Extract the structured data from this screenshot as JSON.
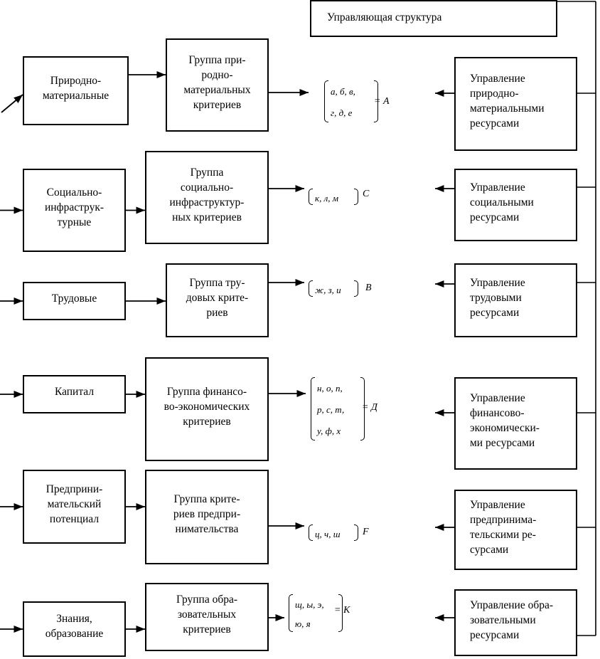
{
  "control_structure": {
    "label": "Управляющая структура"
  },
  "rows": [
    {
      "resource": [
        "Природно-",
        "материальные"
      ],
      "criteria": [
        "Группа при-",
        "родно-",
        "материальных",
        "критериев"
      ],
      "set_lines": [
        "а, б, в,",
        "г, д, е"
      ],
      "result": "= А",
      "management": [
        "Управление",
        "природно-",
        "материальными",
        "ресурсами"
      ]
    },
    {
      "resource": [
        "Социально-",
        "инфраструк-",
        "турные"
      ],
      "criteria": [
        "Группа",
        "социально-",
        "инфраструктур-",
        "ных критериев"
      ],
      "set_lines": [
        "к, л, м"
      ],
      "result": "С",
      "management": [
        "Управление",
        "социальными",
        "ресурсами"
      ]
    },
    {
      "resource": [
        "Трудовые"
      ],
      "criteria": [
        "Группа тру-",
        "довых крите-",
        "риев"
      ],
      "set_lines": [
        "ж, з, и"
      ],
      "result": "В",
      "management": [
        "Управление",
        "трудовыми",
        "ресурсами"
      ]
    },
    {
      "resource": [
        "Капитал"
      ],
      "criteria": [
        "Группа финансо-",
        "во-экономических",
        "критериев"
      ],
      "set_lines": [
        "н, о, п,",
        "р, с, т,",
        "у, ф, х"
      ],
      "result": "= Д",
      "management": [
        "Управление",
        "финансово-",
        "экономически-",
        "ми ресурсами"
      ]
    },
    {
      "resource": [
        "Предприни-",
        "мательский",
        "потенциал"
      ],
      "criteria": [
        "Группа крите-",
        "риев предпри-",
        "нимательства"
      ],
      "set_lines": [
        "ц, ч, ш"
      ],
      "result": "F",
      "management": [
        "Управление",
        "предпринима-",
        "тельскими      ре-",
        "сурсами"
      ]
    },
    {
      "resource": [
        "Знания,",
        "образование"
      ],
      "criteria": [
        "Группа обра-",
        "зовательных",
        "критериев"
      ],
      "set_lines": [
        "щ, ы, э,",
        "ю, я"
      ],
      "result": "= К",
      "management": [
        "Управление обра-",
        "зовательными",
        "ресурсами"
      ]
    }
  ]
}
